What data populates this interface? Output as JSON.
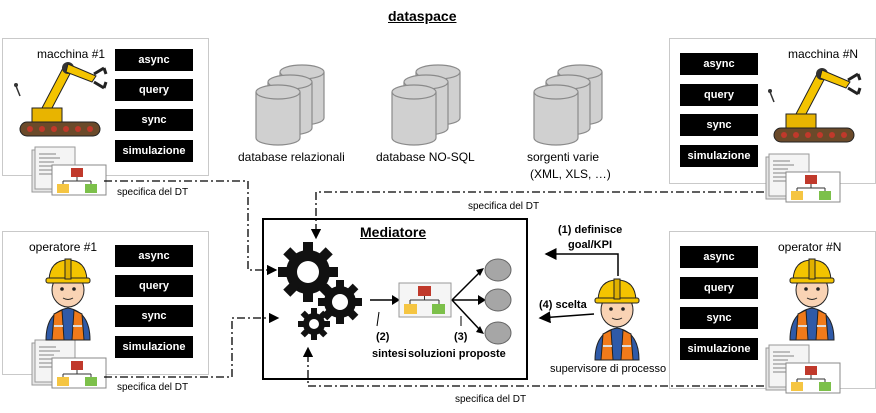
{
  "title": "dataspace",
  "tags": [
    "async",
    "query",
    "sync",
    "simulazione"
  ],
  "panels": {
    "machine1": "macchina #1",
    "machineN": "macchina #N",
    "operator1": "operatore #1",
    "operatorN": "operator #N"
  },
  "databases": {
    "relational": "database relazionali",
    "nosql": "database NO-SQL",
    "various_line1": "sorgenti varie",
    "various_line2": "(XML, XLS, …)"
  },
  "dt_spec": "specifica del DT",
  "mediator": {
    "title": "Mediatore",
    "synthesis_num": "(2)",
    "synthesis": "sintesi",
    "solutions_num": "(3)",
    "solutions": "soluzioni proposte"
  },
  "supervisor": {
    "label": "supervisore di processo",
    "step1_line1": "(1) definisce",
    "step1_line2": "goal/KPI",
    "step4": "(4) scelta"
  },
  "colors": {
    "db_fill": "#d0d0d0",
    "db_stroke": "#8a8a8a",
    "node_fill": "#a6a6a6",
    "flow_red": "#c0392b",
    "flow_yellow": "#f5c542",
    "flow_green": "#7cc04a",
    "helmet": "#f4c400",
    "vest": "#f07a1a",
    "skin": "#f9d3b4"
  }
}
